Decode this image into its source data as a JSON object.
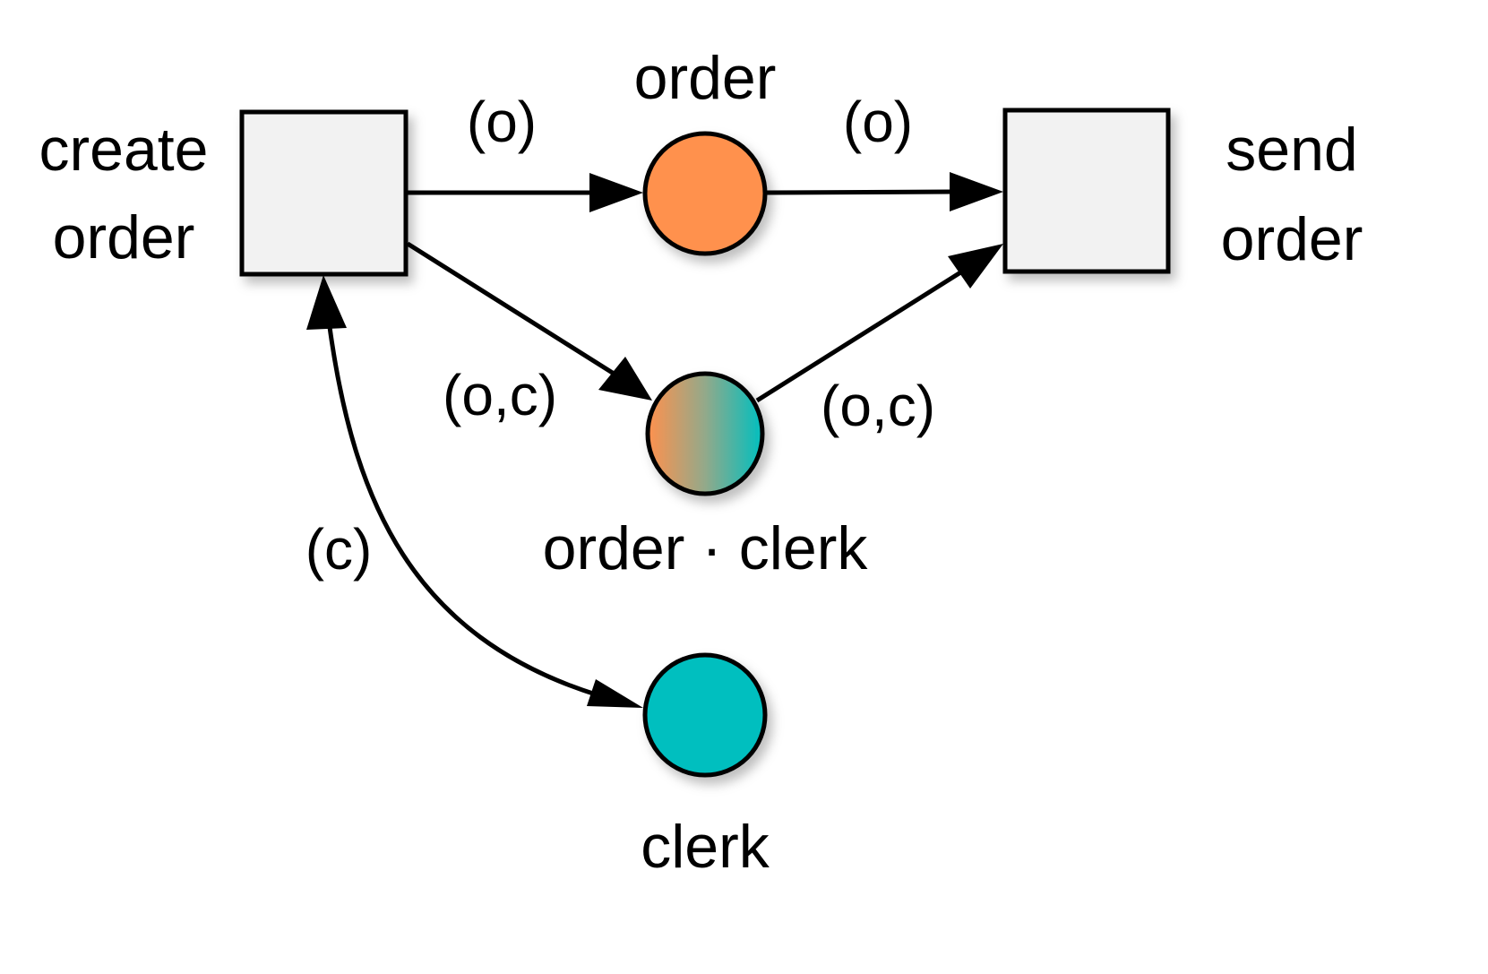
{
  "diagram": {
    "type": "object-centric petri net",
    "colors": {
      "order": "#FF914D",
      "clerk": "#00BFBF",
      "transition_fill": "#F2F2F2",
      "stroke": "#000000"
    },
    "transitions": [
      {
        "id": "create_order",
        "label_line1": "create",
        "label_line2": "order"
      },
      {
        "id": "send_order",
        "label_line1": "send",
        "label_line2": "order"
      }
    ],
    "places": [
      {
        "id": "order",
        "label": "order"
      },
      {
        "id": "order_clerk",
        "label": "order · clerk"
      },
      {
        "id": "clerk",
        "label": "clerk"
      }
    ],
    "arcs": [
      {
        "from": "create_order",
        "to": "order",
        "label": "(o)"
      },
      {
        "from": "order",
        "to": "send_order",
        "label": "(o)"
      },
      {
        "from": "create_order",
        "to": "order_clerk",
        "label": "(o,c)"
      },
      {
        "from": "order_clerk",
        "to": "send_order",
        "label": "(o,c)"
      },
      {
        "from": "clerk",
        "to": "create_order",
        "label": "(c)",
        "bidirectional": true
      }
    ]
  }
}
